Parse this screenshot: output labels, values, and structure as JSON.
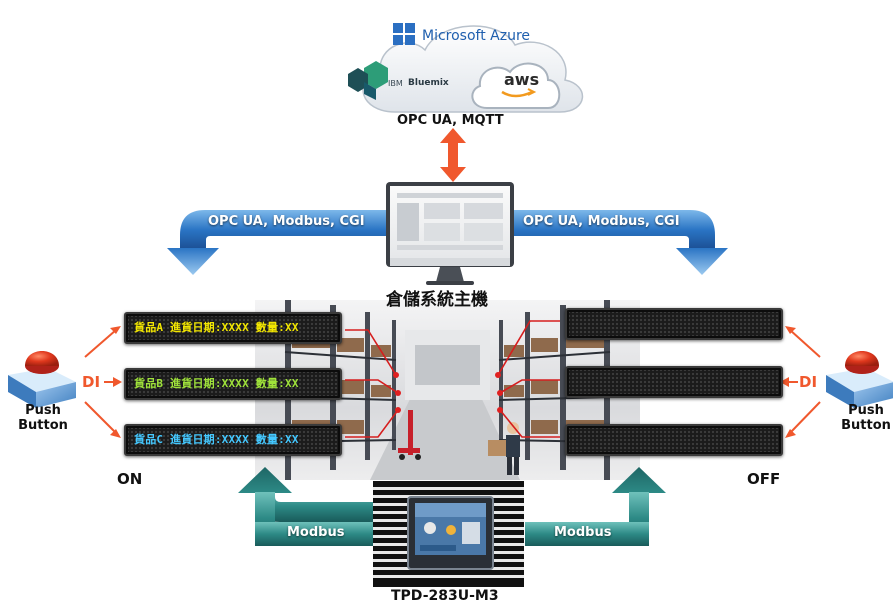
{
  "cloud": {
    "azure": "Microsoft Azure",
    "ibm": "IBM",
    "bluemix": "Bluemix",
    "aws": "aws",
    "protocols": "OPC UA, MQTT"
  },
  "host": {
    "left_protocols": "OPC UA, Modbus, CGI",
    "right_protocols": "OPC UA, Modbus, CGI",
    "label": "倉儲系統主機"
  },
  "left_signs": [
    {
      "text": "貨品A 進貨日期:XXXX 數量:XX",
      "color": "#f2e600"
    },
    {
      "text": "貨品B 進貨日期:XXXX 數量:XX",
      "color": "#9fe23a"
    },
    {
      "text": "貨品C 進貨日期:XXXX 數量:XX",
      "color": "#44c8ff"
    }
  ],
  "left_button": {
    "io": "DI",
    "label_line1": "Push",
    "label_line2": "Button",
    "state": "ON"
  },
  "right_button": {
    "io": "DI",
    "label_line1": "Push",
    "label_line2": "Button",
    "state": "OFF"
  },
  "bottom": {
    "left_protocol": "Modbus",
    "right_protocol": "Modbus",
    "device": "TPD-283U-M3"
  },
  "colors": {
    "arrow_blue": "#2a74c4",
    "arrow_teal": "#2d8a86",
    "accent_orange": "#f0582d",
    "button_red": "#d8321c"
  }
}
